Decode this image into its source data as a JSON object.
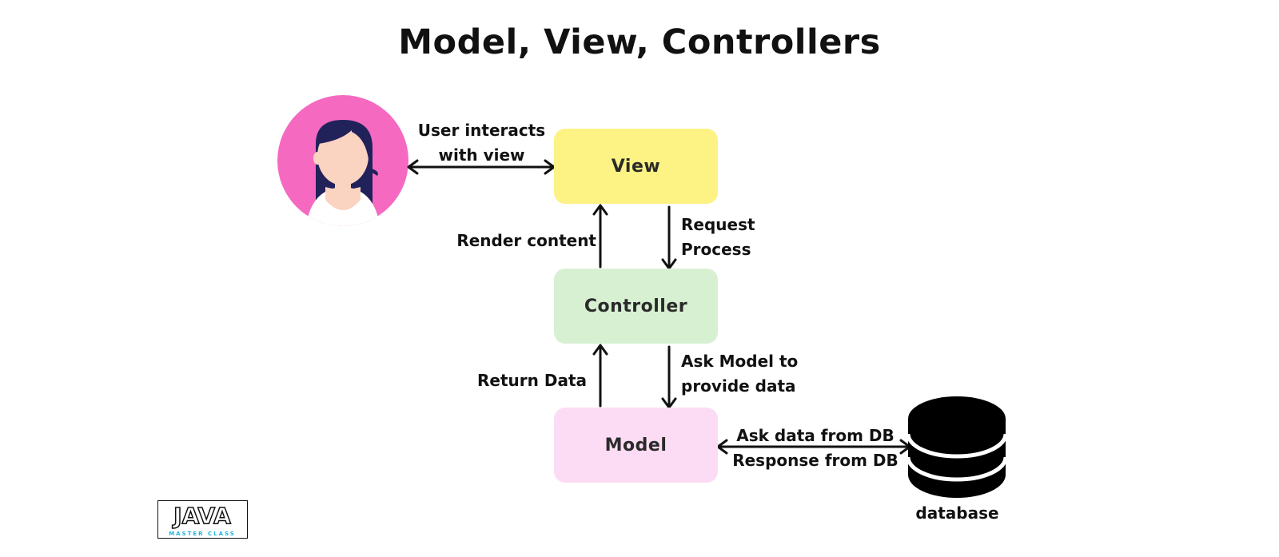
{
  "title": "Model, View, Controllers",
  "boxes": {
    "view": {
      "label": "View",
      "color": "#fdf284"
    },
    "controller": {
      "label": "Controller",
      "color": "#d7f0d2"
    },
    "model": {
      "label": "Model",
      "color": "#fcdcf4"
    }
  },
  "edges": {
    "user_view": {
      "line1": "User interacts",
      "line2": "with view"
    },
    "view_controller": {
      "line1": "Request",
      "line2": "Process"
    },
    "controller_view": {
      "label": "Render content"
    },
    "controller_model": {
      "line1": "Ask Model to",
      "line2": "provide data"
    },
    "model_controller": {
      "label": "Return Data"
    },
    "model_db": {
      "line1": "Ask data from DB",
      "line2": "Response from DB"
    }
  },
  "database": {
    "label": "database"
  },
  "user": {
    "icon": "user-avatar-icon",
    "circle_color": "#f56ac0"
  },
  "logo": {
    "word": "JAVA",
    "subtitle": "MASTER CLASS",
    "accent": "#f26522",
    "sub_color": "#1fb3d8"
  }
}
